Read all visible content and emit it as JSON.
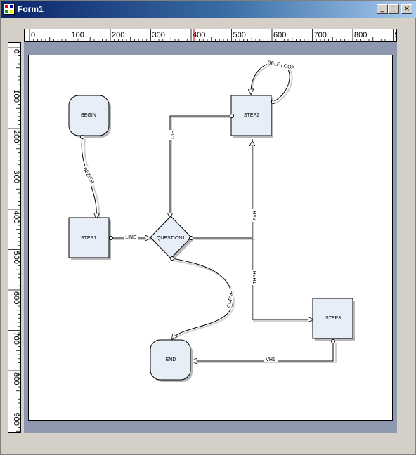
{
  "window": {
    "title": "Form1",
    "minimize": "_",
    "maximize": "□",
    "close": "×"
  },
  "ruler_h": {
    "labels": [
      "0",
      "100",
      "200",
      "300",
      "400",
      "500",
      "600",
      "700",
      "800",
      "9"
    ]
  },
  "ruler_v": {
    "labels": [
      "0",
      "100",
      "200",
      "300",
      "400",
      "500",
      "600",
      "700",
      "800",
      "900"
    ]
  },
  "nodes": {
    "begin": "BEGIN",
    "step1": "STEP1",
    "question1": "QUESTION1",
    "step2": "STEP2",
    "step3": "STEP3",
    "end": "END"
  },
  "edges": {
    "bezier": "BEZIER",
    "line": "LINE",
    "self_loop": "SELF LOOP",
    "hv1": "HV1",
    "hv2": "HV2",
    "vh1": "VH1",
    "hvh1": "HVH1",
    "curve": "CURVE"
  },
  "colors": {
    "shape_fill": "#e8eef8",
    "accent": "#cc0000",
    "canvas": "#8e98ae"
  }
}
